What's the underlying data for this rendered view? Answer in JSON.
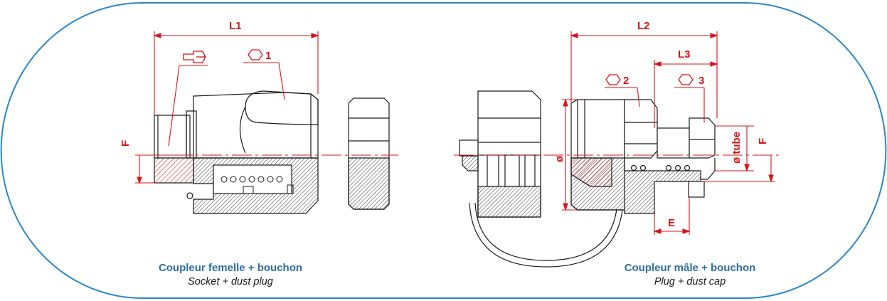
{
  "colors": {
    "frame": "#2b86c5",
    "dimension": "#d7141a",
    "drawing": "#1a1a1a",
    "caption": "#2d6da3"
  },
  "left_assembly": {
    "caption_title": "Coupleur femelle + bouchon",
    "caption_subtitle": "Socket + dust plug",
    "dims": {
      "length": "L1",
      "hex": "1",
      "height": "F"
    },
    "icons": [
      "wrench-icon",
      "hexagon-icon"
    ]
  },
  "right_assembly": {
    "caption_title": "Coupleur mâle + bouchon",
    "caption_subtitle": "Plug + dust cap",
    "dims": {
      "length_total": "L2",
      "length_partial": "L3",
      "hex_a": "2",
      "hex_b": "3",
      "diameter": "ø",
      "tube": "ø tube",
      "height": "F",
      "width": "E"
    },
    "icons": [
      "hexagon-icon",
      "hexagon-icon"
    ]
  }
}
